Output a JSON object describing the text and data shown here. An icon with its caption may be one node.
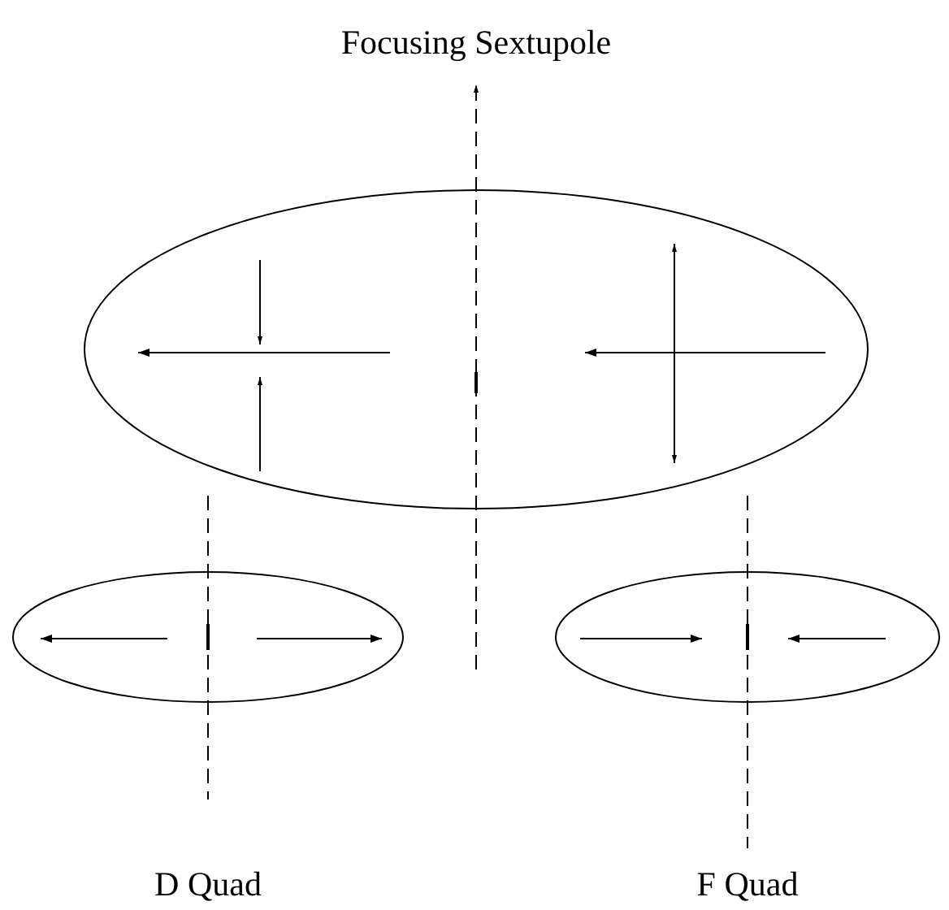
{
  "diagram": {
    "labels": [
      "Focusing Sextupole",
      "D Quad",
      "F Quad"
    ]
  }
}
